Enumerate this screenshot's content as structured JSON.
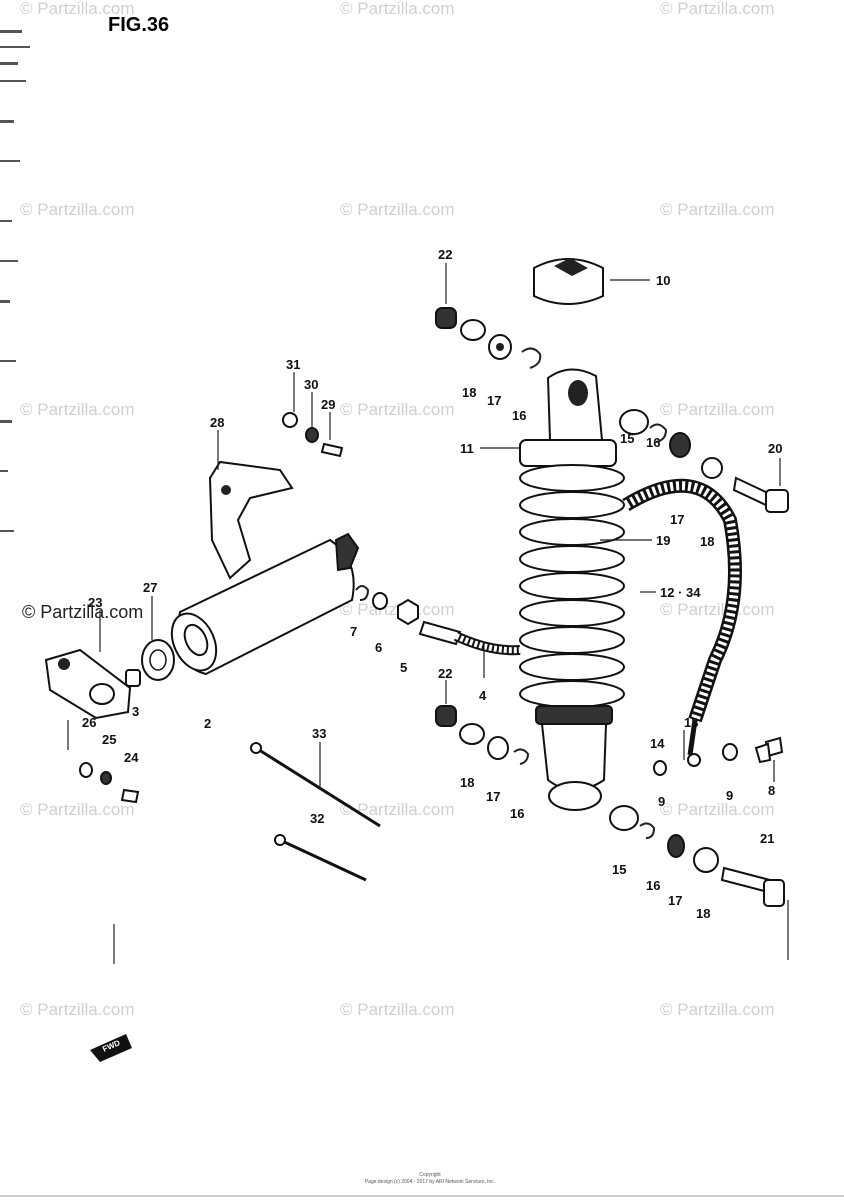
{
  "title": "FIG.36",
  "watermark": "© Partzilla.com",
  "fwd_label": "FWD",
  "copyright_line1": "Copyright",
  "copyright_line2": "Page design (c) 2004 - 2017 by ARI Network Services, Inc.",
  "callouts": [
    "10",
    "22",
    "18",
    "17",
    "16",
    "31",
    "30",
    "29",
    "28",
    "11",
    "15",
    "16",
    "17",
    "20",
    "18",
    "19",
    "12 · 34",
    "27",
    "23",
    "7",
    "6",
    "5",
    "4",
    "2",
    "3",
    "26",
    "25",
    "24",
    "22",
    "33",
    "18",
    "17",
    "16",
    "32",
    "13",
    "14",
    "9",
    "9",
    "8",
    "15",
    "16",
    "17",
    "18",
    "21"
  ]
}
